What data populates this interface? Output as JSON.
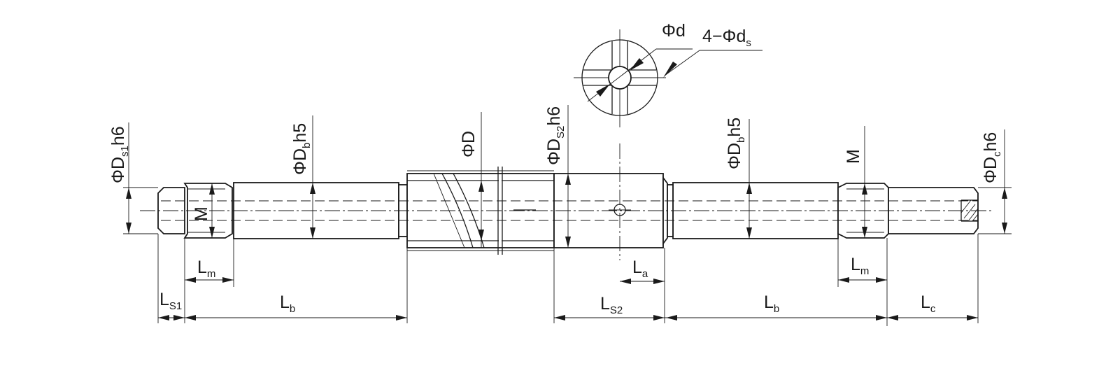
{
  "labels": {
    "phi_ds1_main": "ΦD",
    "phi_ds1_sub": "s1",
    "phi_ds1_tol": "h6",
    "phi_db_left_main": "ΦD",
    "phi_db_left_sub": "b",
    "phi_db_left_tol": "h5",
    "m_left": "M",
    "phi_D": "ΦD",
    "phi_ds2_main": "ΦD",
    "phi_ds2_sub": "S2",
    "phi_ds2_tol": "h6",
    "phi_db_right_main": "ΦD",
    "phi_db_right_sub": "b",
    "phi_db_right_tol": "h5",
    "m_right": "M",
    "phi_dc_main": "ΦD",
    "phi_dc_sub": "c",
    "phi_dc_tol": "h6",
    "phi_d": "Φd",
    "holes_main": "4−Φd",
    "holes_sub": "s",
    "lm_left_main": "L",
    "lm_left_sub": "m",
    "ls1_main": "L",
    "ls1_sub": "S1",
    "lb_left_main": "L",
    "lb_left_sub": "b",
    "la_main": "L",
    "la_sub": "a",
    "ls2_main": "L",
    "ls2_sub": "S2",
    "lb_right_main": "L",
    "lb_right_sub": "b",
    "lm_right_main": "L",
    "lm_right_sub": "m",
    "lc_main": "L",
    "lc_sub": "c"
  },
  "colors": {
    "ink": "#1a1a1a",
    "paper": "#ffffff"
  }
}
